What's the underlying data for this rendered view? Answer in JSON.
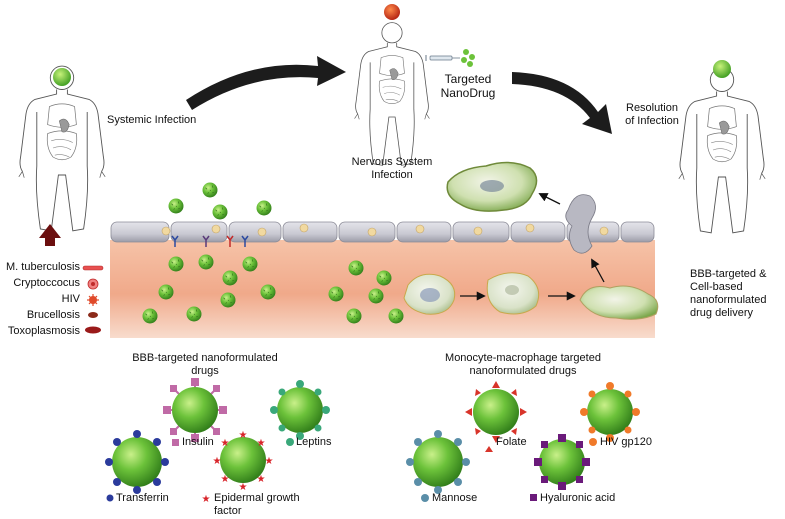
{
  "stages": {
    "systemic": "Systemic Infection",
    "nervous": "Nervous System Infection",
    "targeted": "Targeted NanoDrug",
    "resolution": "Resolution of Infection"
  },
  "pathogens": [
    "M. tuberculosis",
    "Cryptoccocus",
    "HIV",
    "Brucellosis",
    "Toxoplasmosis"
  ],
  "delivery_label": "BBB-targeted & Cell-based nanoformulated drug delivery",
  "groups": {
    "bbb_title": "BBB-targeted nanoformulated drugs",
    "mono_title": "Monocyte-macrophage targeted nanoformulated drugs"
  },
  "ligands": {
    "insulin": "Insulin",
    "leptins": "Leptins",
    "transferrin": "Transferrin",
    "egf": "Epidermal growth factor",
    "folate": "Folate",
    "hiv": "HIV gp120",
    "mannose": "Mannose",
    "hyaluronic": "Hyaluronic acid"
  },
  "colors": {
    "brain_healthy": "#5cc832",
    "brain_infected": "#d93a1a",
    "arrow": "#1c1c1c",
    "up_arrow": "#6b0f0f",
    "tissue": "#f2b49a",
    "particle": "#6cc23a",
    "insulin": "#c06aa6",
    "leptins": "#3aa87a",
    "transferrin": "#2b3b9c",
    "egf": "#d8242a",
    "folate": "#d8342a",
    "hiv": "#f07a2a",
    "mannose": "#5a8ea8",
    "hyaluronic": "#6a1a7a"
  }
}
